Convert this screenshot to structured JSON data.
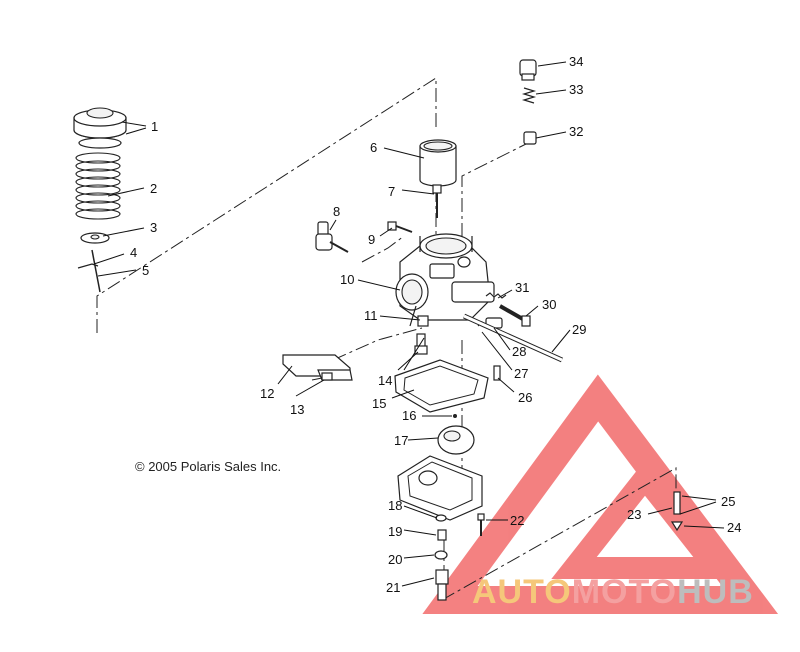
{
  "copyright": "© 2005 Polaris Sales Inc.",
  "watermark": {
    "part1": "AUTO",
    "part2": "MOTO",
    "part3": "HUB",
    "color_part1": "#f5c77a",
    "color_part2": "#f4a0a0",
    "color_part3": "#bdbdbd",
    "triangle_color": "#f26b6b"
  },
  "callouts": [
    "1",
    "2",
    "3",
    "4",
    "5",
    "6",
    "7",
    "8",
    "9",
    "10",
    "11",
    "12",
    "13",
    "14",
    "15",
    "16",
    "17",
    "18",
    "19",
    "20",
    "21",
    "22",
    "23",
    "24",
    "25",
    "26",
    "27",
    "28",
    "29",
    "30",
    "31",
    "32",
    "33",
    "34"
  ]
}
